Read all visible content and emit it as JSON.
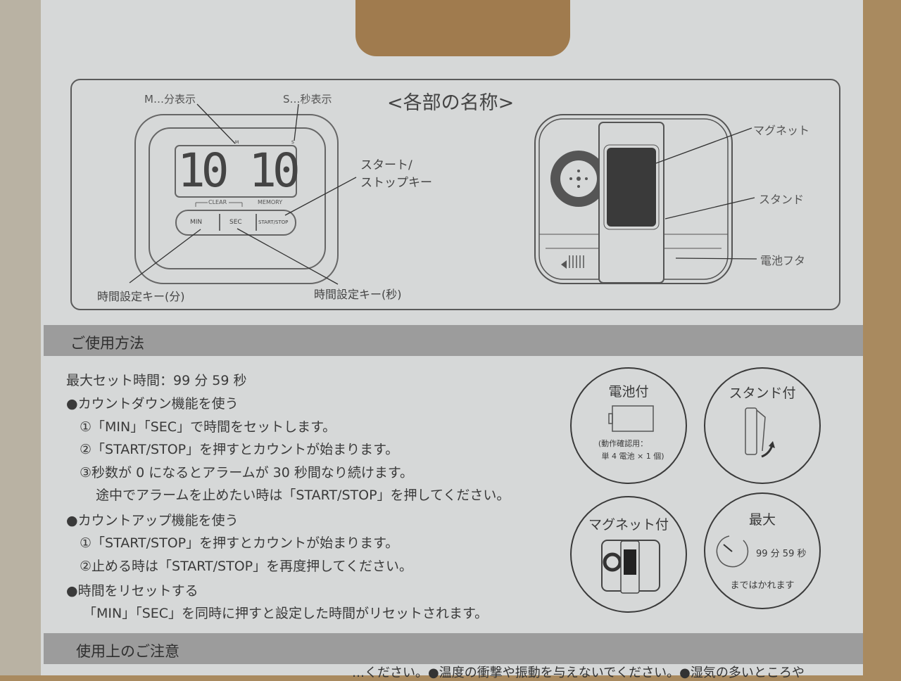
{
  "parts": {
    "title": "<各部の名称>",
    "display_digits": "10 10",
    "labels": {
      "minute_display": "M…分表示",
      "second_display": "S…秒表示",
      "start_stop_key": [
        "スタート/",
        "ストップキー"
      ],
      "min_key": "時間設定キー(分)",
      "sec_key": "時間設定キー(秒)",
      "magnet": "マグネット",
      "stand": "スタンド",
      "battery_cover": "電池フタ"
    },
    "buttons": {
      "min": "MIN",
      "sec": "SEC",
      "start_stop": "START/STOP",
      "clear": "CLEAR",
      "memory": "MEMORY",
      "m": "M",
      "s": "S"
    }
  },
  "usage": {
    "heading": "ご使用方法",
    "lines": [
      "最大セット時間：99 分 59 秒",
      "●カウントダウン機能を使う",
      "①「MIN」「SEC」で時間をセットします。",
      "②「START/STOP」を押すとカウントが始まります。",
      "③秒数が 0 になるとアラームが 30 秒間なり続けます。",
      "途中でアラームを止めたい時は「START/STOP」を押してください。",
      "●カウントアップ機能を使う",
      "①「START/STOP」を押すとカウントが始まります。",
      "②止める時は「START/STOP」を再度押してください。",
      "●時間をリセットする",
      "「MIN」「SEC」を同時に押すと設定した時間がリセットされます。"
    ]
  },
  "features": {
    "battery": {
      "title": "電池付",
      "note1": "(動作確認用：",
      "note2": "単 4 電池 × 1 個)"
    },
    "stand": {
      "title": "スタンド付"
    },
    "magnet": {
      "title": "マグネット付"
    },
    "max": {
      "title": "最大",
      "value": "99 分 59 秒",
      "note": "まではかれます"
    }
  },
  "caution": {
    "heading": "使用上のご注意",
    "partial_line": "…ください。●温度の衝撃や振動を与えないでください。●湿気の多いところや"
  }
}
